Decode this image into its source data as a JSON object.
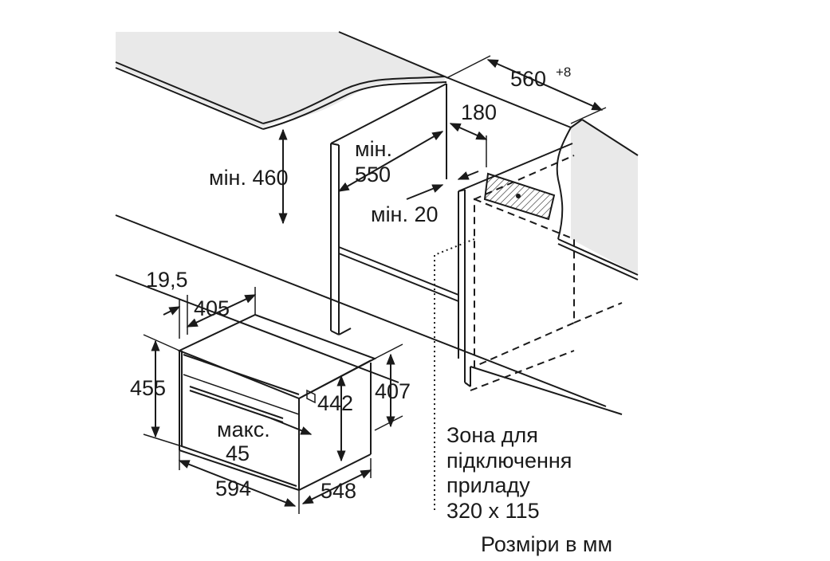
{
  "dims": {
    "width_niche": "560",
    "width_niche_tol": "+8",
    "d180": "180",
    "min460": "мін. 460",
    "min550_a": "мін.",
    "min550_b": "550",
    "min20": "мін. 20",
    "d19_5": "19,5",
    "d405": "405",
    "d455": "455",
    "d407": "407",
    "d442": "442",
    "max45_a": "макс.",
    "max45_b": "45",
    "d594": "594",
    "d548": "548"
  },
  "zone": {
    "line1": "Зона для",
    "line2": "підключення",
    "line3": "приладу",
    "line4": "320 x 115"
  },
  "units_note": "Розміри в мм"
}
